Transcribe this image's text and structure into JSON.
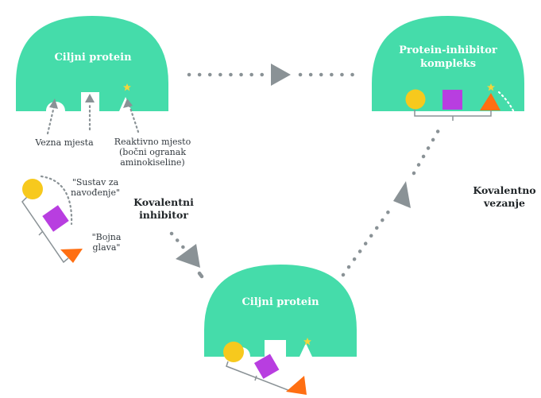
{
  "colors": {
    "protein": "#45dcaa",
    "yellow": "#f7c91d",
    "purple": "#b83ee0",
    "orange": "#ff6f12",
    "arrow": "#8a9296",
    "dots": "#8a9296",
    "site_star": "#f5d53a"
  },
  "top_left": {
    "title": "Ciljni protein",
    "binding_sites_label": "Vezna mjesta",
    "reactive_site_label_line1": "Reaktivno mjesto",
    "reactive_site_label_line2": "(bočni ogranak",
    "reactive_site_label_line3": "aminokiseline)"
  },
  "inhibitor": {
    "guidance_line1": "\"Sustav za",
    "guidance_line2": "navođenje\"",
    "warhead_line1": "\"Bojna",
    "warhead_line2": "glava\"",
    "name_line1": "Kovalentni",
    "name_line2": "inhibitor"
  },
  "top_right": {
    "title_line1": "Protein-inhibitor",
    "title_line2": "kompleks",
    "covalent_line1": "Kovalentno",
    "covalent_line2": "vezanje"
  },
  "bottom": {
    "title": "Ciljni protein"
  },
  "icons": {
    "guidance_shape": "yellow-circle",
    "middle_shape": "purple-square",
    "warhead_shape": "orange-triangle",
    "reactive_site": "star-icon",
    "flow": "arrow-icon"
  }
}
